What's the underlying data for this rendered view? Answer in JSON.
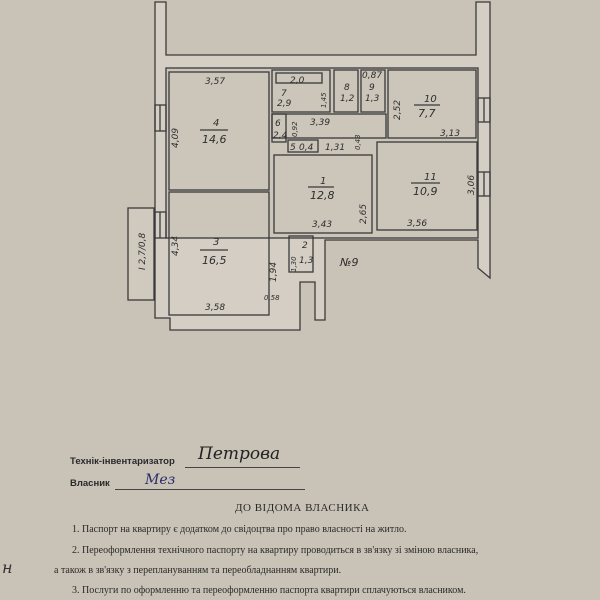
{
  "plan": {
    "rooms": [
      {
        "id": "1",
        "area": "12,8"
      },
      {
        "id": "2",
        "area": "1,3"
      },
      {
        "id": "3",
        "area": "16,5"
      },
      {
        "id": "4",
        "area": "14,6"
      },
      {
        "id": "5",
        "area": "0,4"
      },
      {
        "id": "6",
        "area": "2,4"
      },
      {
        "id": "7",
        "area": "2,9"
      },
      {
        "id": "8",
        "area": "1,2"
      },
      {
        "id": "9",
        "area": "1,3"
      },
      {
        "id": "10",
        "area": "7,7"
      },
      {
        "id": "11",
        "area": "10,9"
      }
    ],
    "balcony": {
      "id": "I",
      "dims": "2,7/0,8"
    },
    "dimensions": {
      "r4_top": "3,57",
      "r4_side": "4,09",
      "r3_side": "4,34",
      "r3_bottom": "3,58",
      "r3_inner": "1,94",
      "r3_small": "0,58",
      "bath_w": "2,0",
      "bath_side": "1,45",
      "r9_top": "0,87",
      "r10_side": "2,52",
      "r10_bottom": "3,13",
      "corr_len": "3,39",
      "r6_side": "0,92",
      "corr2": "1,31",
      "corr2_side": "0,43",
      "r1_side": "2,65",
      "r1_bottom": "3,43",
      "r11_side": "3,06",
      "r11_bottom": "3,56",
      "r2_side": "1,30"
    },
    "apartment_number": "№9"
  },
  "signatures": {
    "technician_label": "Технік-інвентаризатор",
    "technician_signature": "Петрова",
    "owner_label": "Власник",
    "owner_signature": "Мез"
  },
  "notice": {
    "title": "ДО ВІДОМА ВЛАСНИКА",
    "items": [
      "1. Паспорт на квартиру є додатком до свідоцтва про право власності на житло.",
      "2. Переоформлення технічного паспорту на квартиру проводиться в зв'язку зі зміною власника,",
      "а також в зв'язку з переплануванням та переобладнанням квартири.",
      "3. Послуги по оформленню та переоформленню паспорта квартири сплачуються власником."
    ]
  },
  "margin_mark": "н"
}
